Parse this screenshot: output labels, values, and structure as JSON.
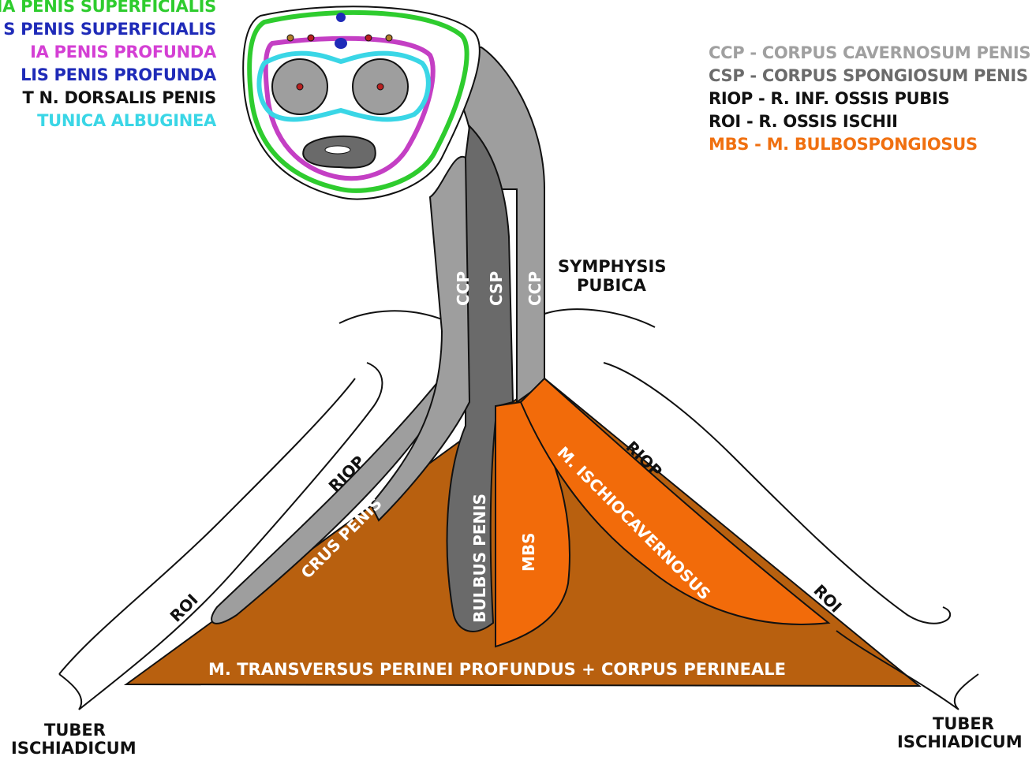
{
  "legend_left": [
    {
      "text": "IA PENIS SUPERFICIALIS",
      "color": "#2ecc2e"
    },
    {
      "text": "S PENIS SUPERFICIALIS",
      "color": "#1f2bb8"
    },
    {
      "text": "IA PENIS PROFUNDA",
      "color": "#d43fd4"
    },
    {
      "text": "LIS PENIS PROFUNDA",
      "color": "#1f2bb8"
    },
    {
      "text": "T N. DORSALIS PENIS",
      "color": "#111111"
    },
    {
      "text": "TUNICA ALBUGINEA",
      "color": "#3ad6e6"
    }
  ],
  "legend_right": [
    {
      "text": "CCP - CORPUS CAVERNOSUM PENIS",
      "color": "#a0a0a0"
    },
    {
      "text": "CSP - CORPUS SPONGIOSUM PENIS",
      "color": "#6b6b6b"
    },
    {
      "text": "RIOP - R. INF. OSSIS PUBIS",
      "color": "#111111"
    },
    {
      "text": "ROI - R. OSSIS ISCHII",
      "color": "#111111"
    },
    {
      "text": "MBS - M. BULBOSPONGIOSUS",
      "color": "#f07010"
    }
  ],
  "labels": {
    "symphysis_1": "SYMPHYSIS",
    "symphysis_2": "PUBICA",
    "ccp_left": "CCP",
    "csp": "CSP",
    "ccp_right": "CCP",
    "riop_left": "RIOP",
    "riop_right": "RIOP",
    "roi_left": "ROI",
    "roi_right": "ROI",
    "crus_penis": "CRUS PENIS",
    "bulbus_penis": "BULBUS PENIS",
    "mbs": "MBS",
    "ischiocavernosus": "M. ISCHIOCAVERNOSUS",
    "transversus": "M. TRANSVERSUS PERINEI PROFUNDUS + CORPUS PERINEALE",
    "tuber_left_1": "TUBER",
    "tuber_left_2": "ISCHIADICUM",
    "tuber_right_1": "TUBER",
    "tuber_right_2": "ISCHIADICUM"
  },
  "colors": {
    "ccp_gray": "#9e9e9e",
    "csp_gray": "#6a6a6a",
    "orange": "#f26b0a",
    "brown": "#b8600f",
    "fascia_superficial": "#2ecc2e",
    "fascia_deep": "#c43fc4",
    "tunica": "#3ad6e6",
    "vein": "#1f2bb8",
    "artery": "#b82020"
  }
}
